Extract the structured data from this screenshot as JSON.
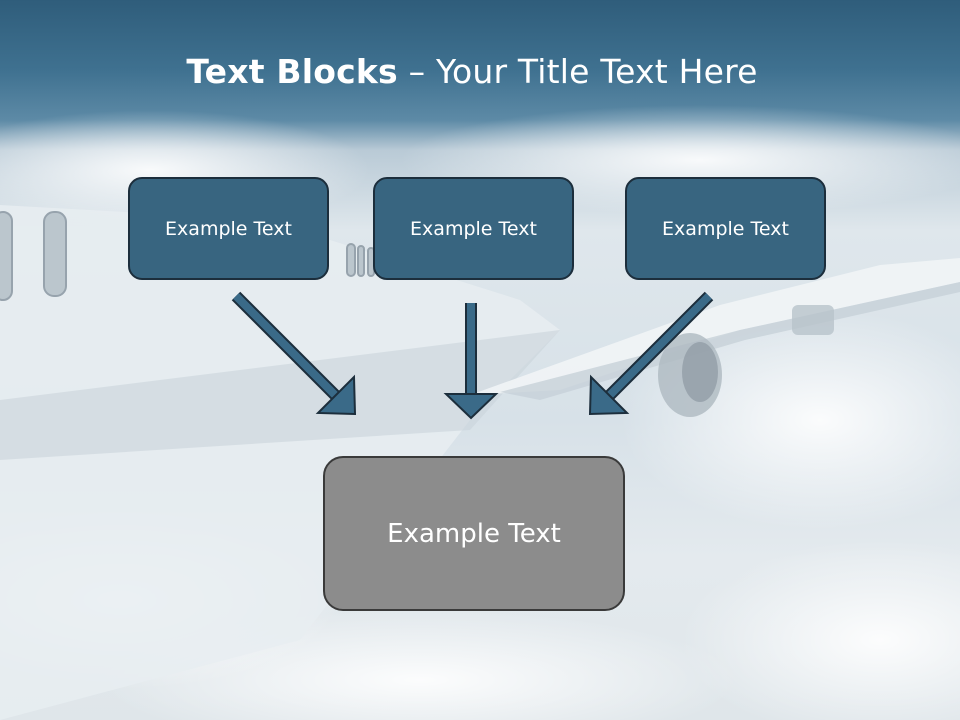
{
  "title": {
    "bold": "Text Blocks",
    "separator": " – ",
    "rest": "Your Title Text Here"
  },
  "blocks": [
    {
      "label": "Example Text"
    },
    {
      "label": "Example Text"
    },
    {
      "label": "Example Text"
    }
  ],
  "target": {
    "label": "Example Text"
  },
  "colors": {
    "box_fill": "#386580",
    "arrow": "#2f5a75",
    "target_fill": "#8c8c8c",
    "title_bar": "#3b6d8c"
  }
}
